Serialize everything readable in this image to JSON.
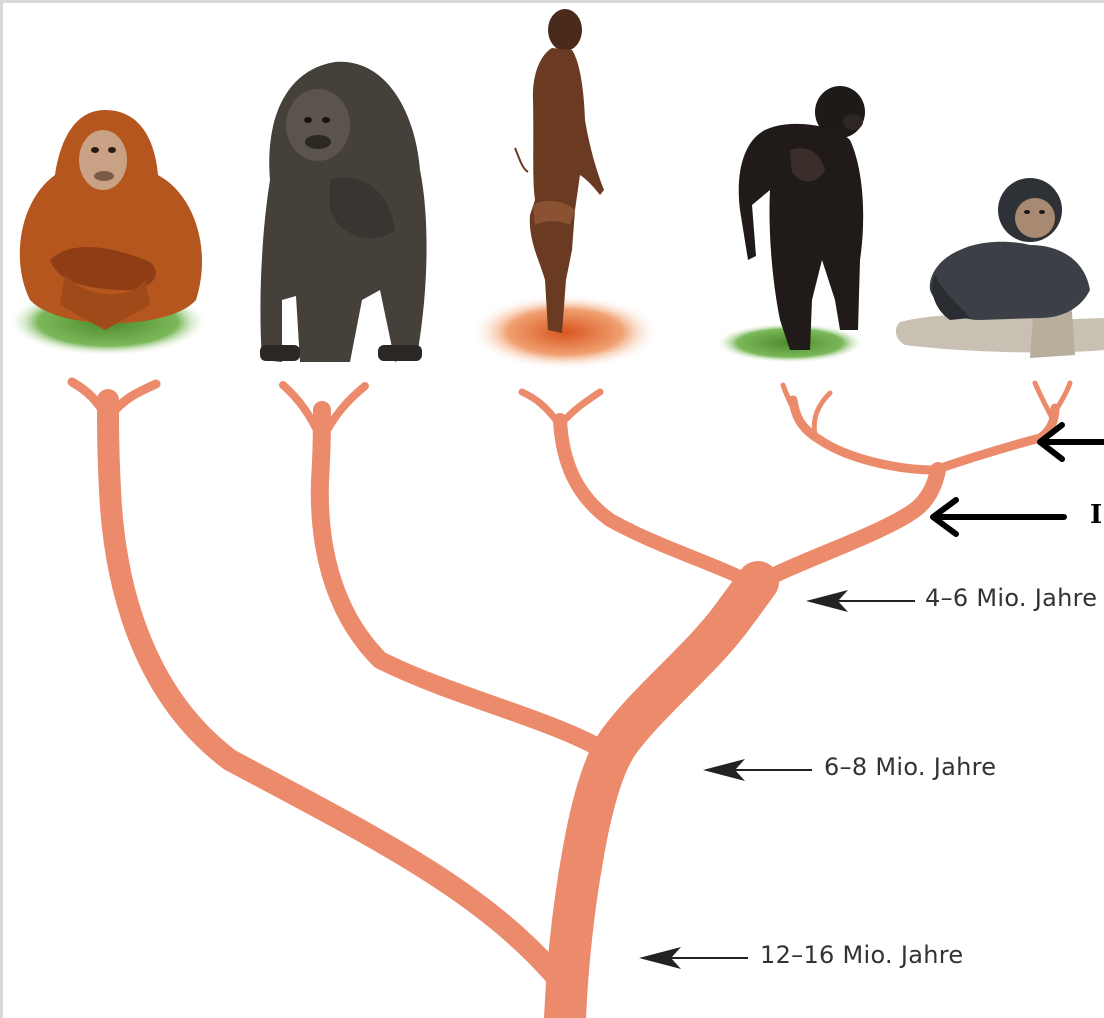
{
  "colors": {
    "branch": "#ec8a6c",
    "arrow_thin": "#222222",
    "arrow_bold": "#000000"
  },
  "animals": [
    {
      "name": "orangutan",
      "icon": "orangutan-figure"
    },
    {
      "name": "gorilla",
      "icon": "gorilla-figure"
    },
    {
      "name": "human",
      "icon": "human-figure"
    },
    {
      "name": "bonobo",
      "icon": "bonobo-figure"
    },
    {
      "name": "chimpanzee",
      "icon": "chimpanzee-figure"
    }
  ],
  "labels": {
    "split_4_6": "4–6 Mio. Jahre",
    "split_6_8": "6–8 Mio. Jahre",
    "split_12_16": "12–16 Mio. Jahre",
    "cut_letter": "I"
  }
}
